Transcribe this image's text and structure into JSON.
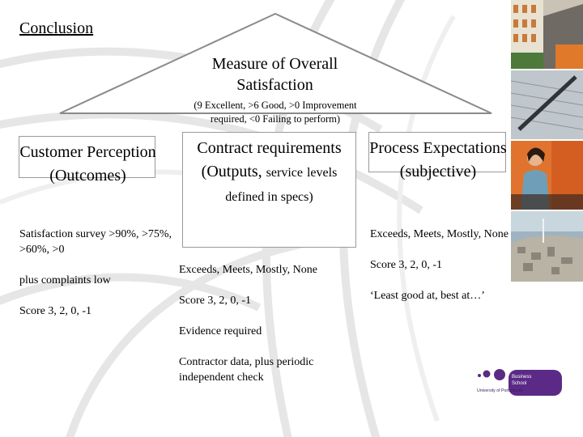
{
  "slide": {
    "title": "Conclusion",
    "roof": {
      "title": "Measure of Overall Satisfaction",
      "subtitle": "(9 Excellent, >6 Good, >0 Improvement required, <0 Failing to perform)"
    },
    "pillars": [
      {
        "label": "Customer Perception (Outcomes)",
        "items": [
          "Satisfaction survey >90%, >75%, >60%, >0",
          "plus complaints low",
          "Score 3, 2, 0, -1"
        ]
      },
      {
        "label_main": "Contract requirements (Outputs,",
        "label_small": "service",
        "label_end": "levels defined in specs)",
        "items": [
          "Exceeds, Meets, Mostly, None",
          "Score 3, 2, 0, -1",
          "Evidence required",
          "Contractor data, plus periodic independent check"
        ]
      },
      {
        "label": "Process Expectations (subjective)",
        "items": [
          "Exceeds, Meets, Mostly, None",
          "Score 3, 2, 0, -1",
          "‘Least good at, best at…’"
        ]
      }
    ]
  },
  "logo": {
    "university": "University of Portsmouth",
    "school_line1": "Business",
    "school_line2": "School"
  },
  "colors": {
    "logo_purple": "#5b2a86",
    "roof_line": "#8a8a8a"
  }
}
